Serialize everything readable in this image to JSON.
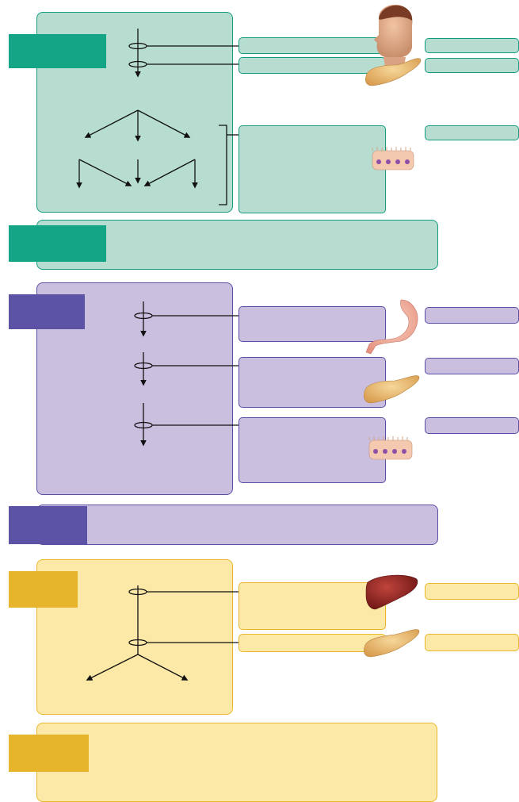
{
  "colors": {
    "green": {
      "fill": "#b7ddd1",
      "stroke": "#139c7e",
      "tab": "#13a586"
    },
    "purple": {
      "fill": "#cbbfe0",
      "stroke": "#5a4ea3",
      "tab": "#5c53a6"
    },
    "yellow": {
      "fill": "#fce8a7",
      "stroke": "#e8b82a",
      "tab": "#e7b52b"
    }
  },
  "sections": [
    {
      "id": "green",
      "tab_label": "",
      "summary_label": "",
      "callouts": [
        {
          "text": "",
          "organ_icon": "head-icon",
          "side_text": ""
        },
        {
          "text": "",
          "organ_icon": "pancreas-icon",
          "side_text": ""
        },
        {
          "text": "",
          "organ_icon": "intestinal-cells-icon",
          "side_text": ""
        }
      ]
    },
    {
      "id": "purple",
      "tab_label": "",
      "summary_label": "",
      "callouts": [
        {
          "text": "",
          "organ_icon": "stomach-icon",
          "side_text": ""
        },
        {
          "text": "",
          "organ_icon": "pancreas-icon",
          "side_text": ""
        },
        {
          "text": "",
          "organ_icon": "intestinal-cells-icon",
          "side_text": ""
        }
      ]
    },
    {
      "id": "yellow",
      "tab_label": "",
      "summary_label": "",
      "callouts": [
        {
          "text": "",
          "organ_icon": "liver-icon",
          "side_text": ""
        },
        {
          "text": "",
          "organ_icon": "pancreas-icon",
          "side_text": ""
        }
      ]
    }
  ]
}
